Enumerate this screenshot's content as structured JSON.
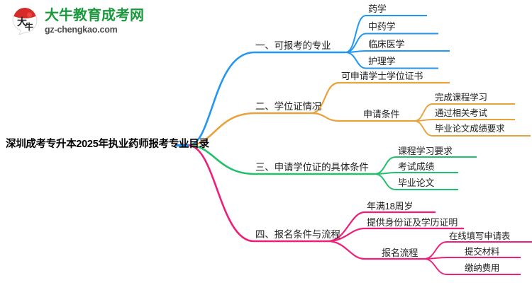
{
  "logo": {
    "mark_text": "大牛",
    "title": "大牛教育成考网",
    "subtitle": "gz-chengkao.com",
    "brand_green": "#1a9a3c",
    "brand_red": "#d62b26"
  },
  "mindmap": {
    "root": {
      "label": "深圳成考专升本2025年执业药师报考专业目录"
    },
    "branches": [
      {
        "label": "一、可报考的专业",
        "color": "#2196f3",
        "children": [
          {
            "label": "药学"
          },
          {
            "label": "中药学"
          },
          {
            "label": "临床医学"
          },
          {
            "label": "护理学"
          }
        ]
      },
      {
        "label": "二、学位证情况",
        "color": "#e8a23c",
        "children": [
          {
            "label": "可申请学士学位证书"
          },
          {
            "label": "申请条件",
            "children": [
              {
                "label": "完成课程学习"
              },
              {
                "label": "通过相关考试"
              },
              {
                "label": "毕业论文成绩要求"
              }
            ]
          }
        ]
      },
      {
        "label": "三、申请学位证的具体条件",
        "color": "#22c06a",
        "children": [
          {
            "label": "课程学习要求"
          },
          {
            "label": "考试成绩"
          },
          {
            "label": "毕业论文"
          }
        ]
      },
      {
        "label": "四、报名条件与流程",
        "color": "#ee1f79",
        "children": [
          {
            "label": "年满18周岁"
          },
          {
            "label": "提供身份证及学历证明"
          },
          {
            "label": "报名流程",
            "children": [
              {
                "label": "在线填写申请表"
              },
              {
                "label": "提交材料"
              },
              {
                "label": "缴纳费用"
              }
            ]
          }
        ]
      }
    ]
  }
}
